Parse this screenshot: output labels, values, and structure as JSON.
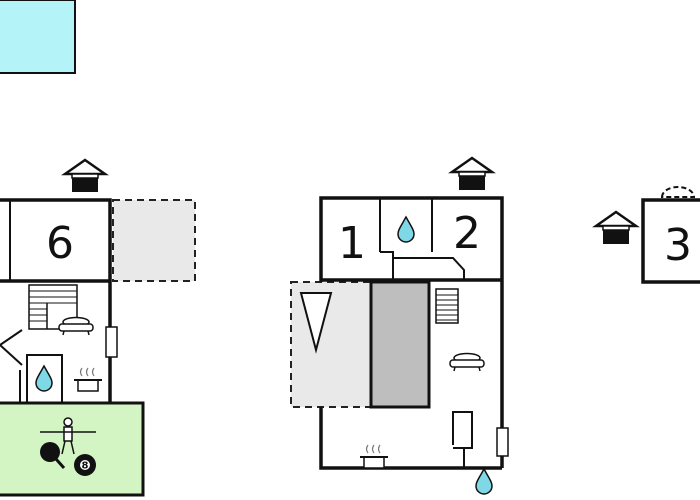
{
  "rooms": {
    "bedroom_1": "1",
    "bedroom_2": "2",
    "bedroom_3": "3",
    "bedroom_6": "6"
  },
  "icons": {
    "house": "house-icon",
    "water_drop": "water-drop-icon",
    "stairs": "stairs-icon",
    "sofa": "sofa-icon",
    "cooking_pot": "cooking-pot-icon",
    "table_football": "table-football-icon",
    "table_tennis": "table-tennis-icon",
    "billiards_ball": "billiard-8-ball-icon"
  },
  "billiard_ball_number": "8",
  "colors": {
    "pool": "#b4f3f7",
    "games_room": "#d3f5c4",
    "terrace": "#e9e9e9",
    "covered_area": "#bebebe",
    "water": "#7fd8e6",
    "wall": "#111111"
  }
}
